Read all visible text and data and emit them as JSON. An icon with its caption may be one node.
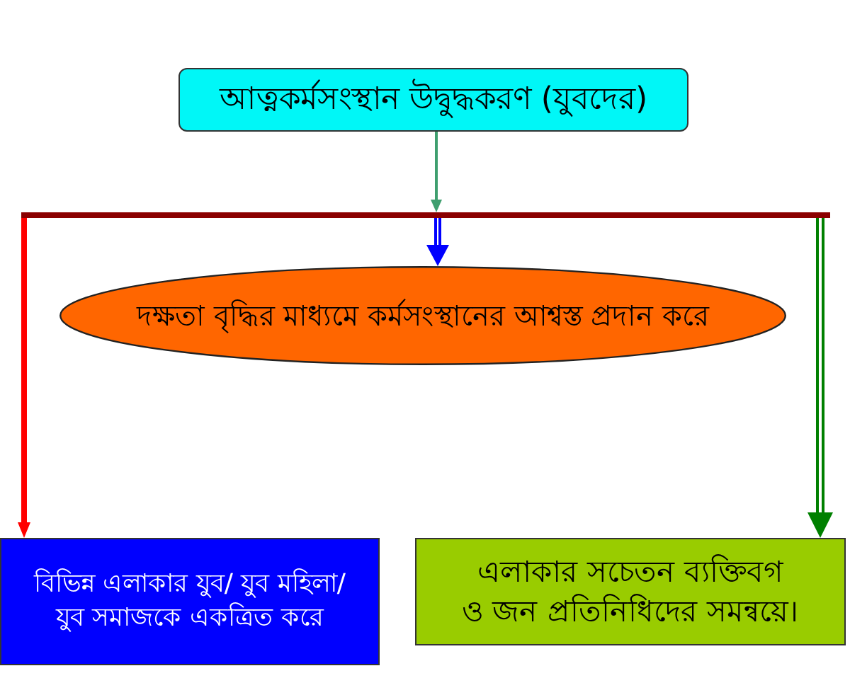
{
  "diagram": {
    "nodes": [
      {
        "text": [
          "আত্নকর্মসংস্থান উদ্বুদ্ধকরণ (যুবদের)"
        ]
      },
      {
        "text": [],
        "shape": "bar"
      },
      {
        "text": [
          "দক্ষতা বৃদ্ধির মাধ্যমে কর্মসংস্থানের আশ্বস্ত প্রদান করে"
        ]
      },
      {
        "text": [
          "বিভিন্ন এলাকার যুব/ যুব মহিলা/ যুব সমাজকে একত্রিত করে"
        ]
      },
      {
        "text": [
          "এলাকার সচেতন ব্যক্তিবগ ও জন প্রতিনিধিদের সমন্বয়ে।"
        ]
      }
    ],
    "edges": [
      {
        "from": 0,
        "to": 1,
        "arrow": "to",
        "color": "#3f9f6f"
      },
      {
        "from": 1,
        "to": 2,
        "arrow": "to",
        "style": "thick",
        "color": "#0000ff"
      },
      {
        "from": 1,
        "to": 3,
        "arrow": "to",
        "style": "thick",
        "color": "#ff0000"
      },
      {
        "from": 1,
        "to": 4,
        "arrow": "to",
        "style": "thick",
        "color": "#008000"
      }
    ]
  }
}
